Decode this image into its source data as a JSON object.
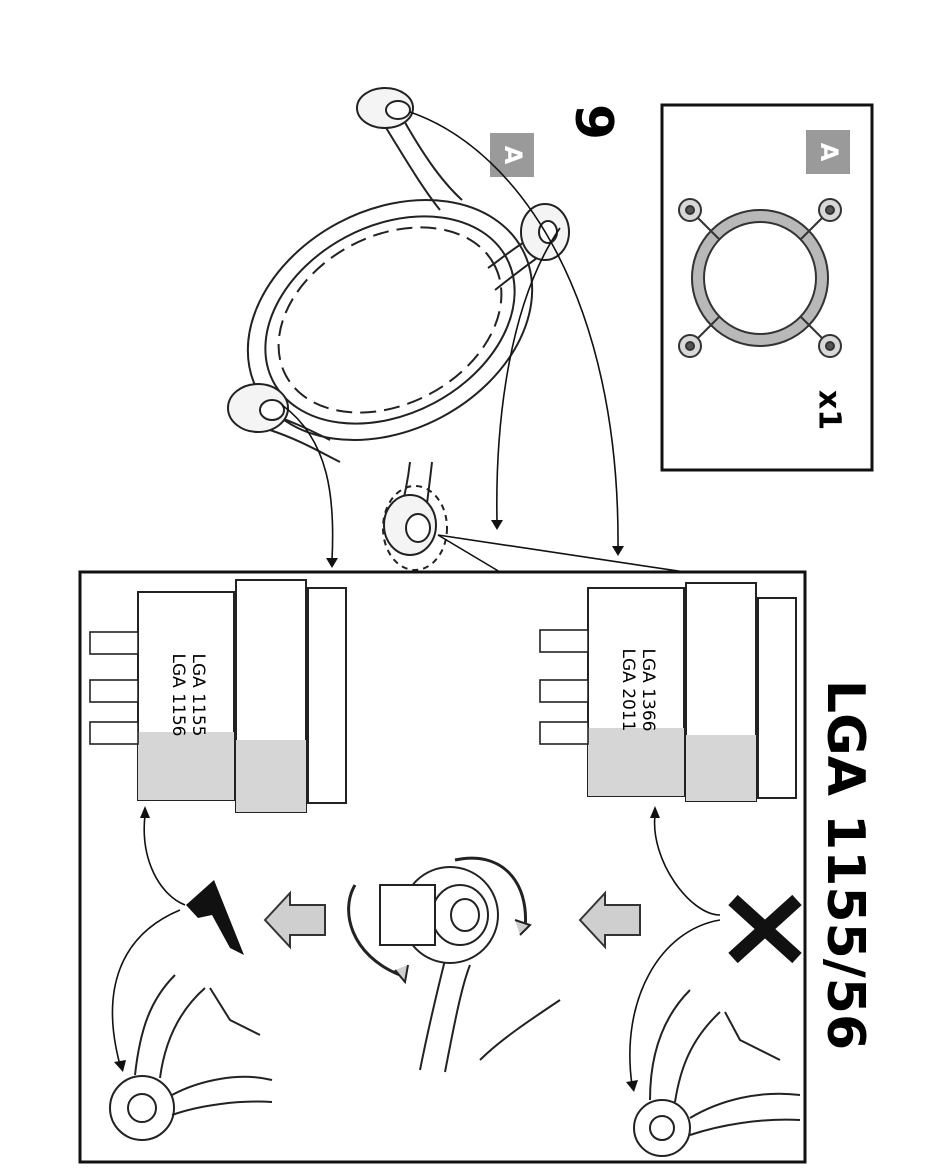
{
  "step": {
    "number": "9"
  },
  "parts_box": {
    "badge": "A",
    "quantity": "x1"
  },
  "bracket": {
    "badge": "A"
  },
  "platform_title": "LGA 1155/56",
  "standoff_wrong": {
    "line1": "LGA 1366",
    "line2": "LGA 2011"
  },
  "standoff_right": {
    "line1": "LGA 1155",
    "line2": "LGA 1156"
  },
  "colors": {
    "line": "#111111",
    "badge_fill": "#9a9a9a",
    "shade": "#d6d6d6",
    "arrow_fill": "#cfcfcf"
  }
}
